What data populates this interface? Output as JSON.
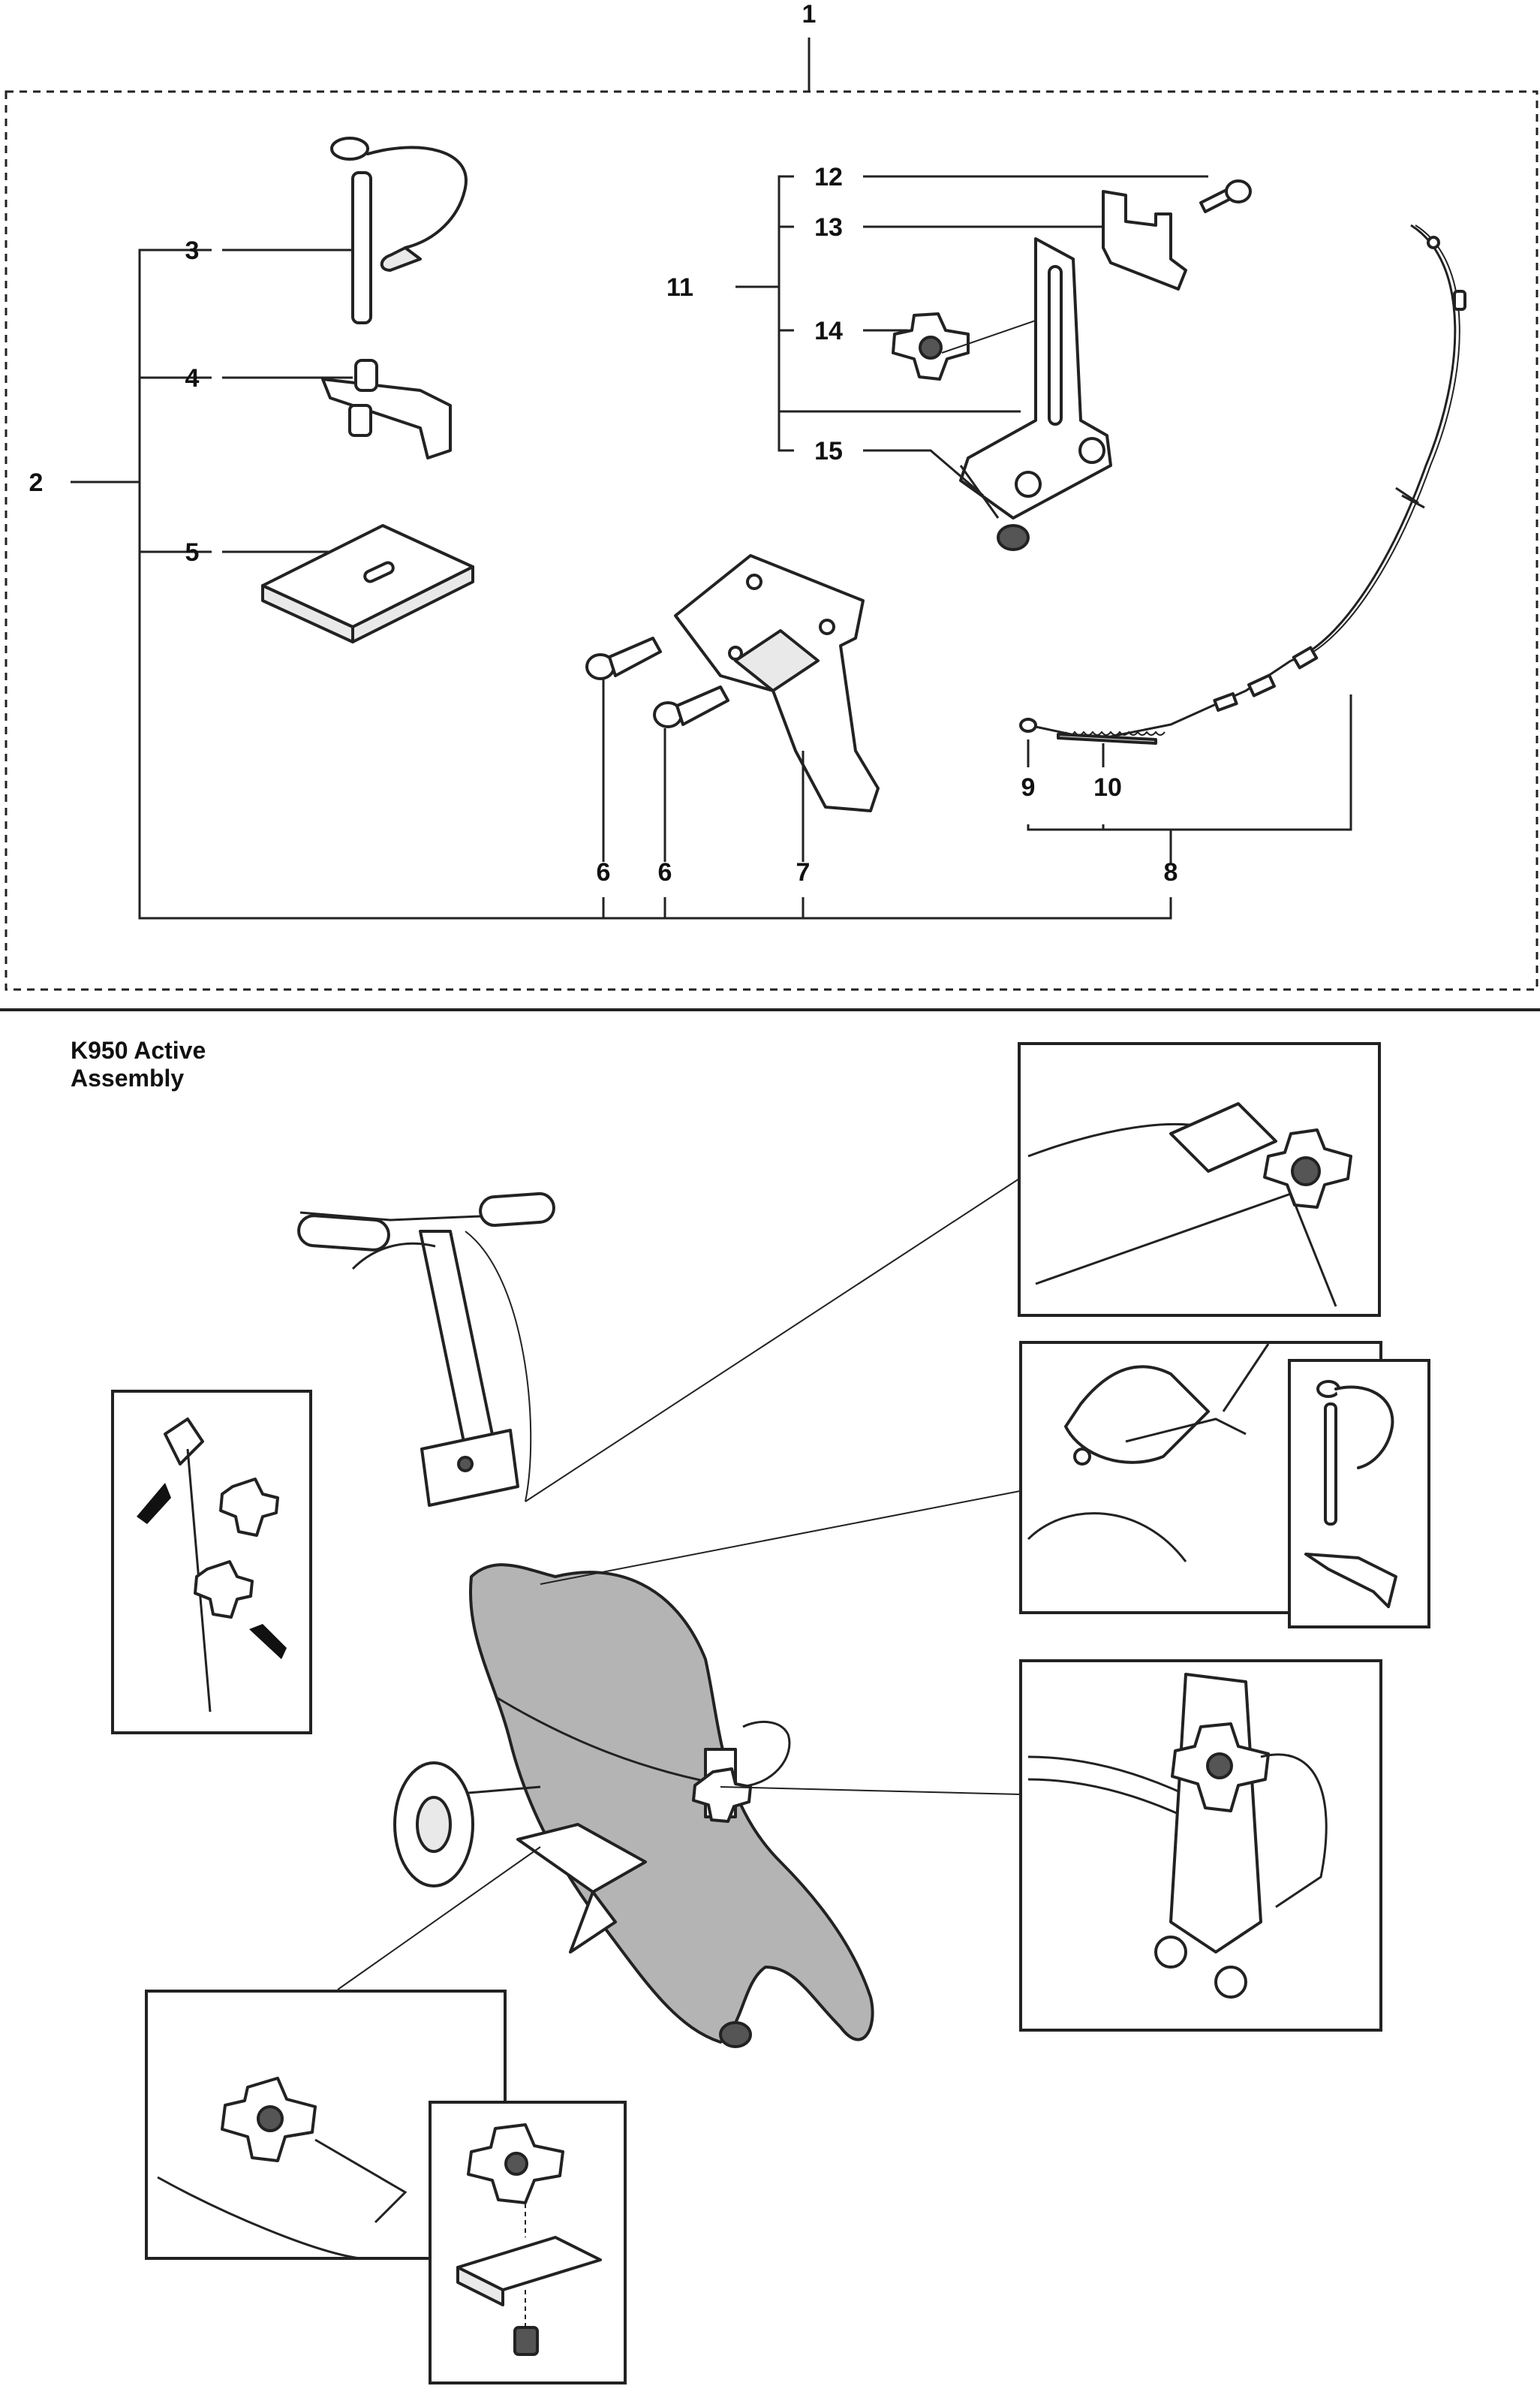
{
  "callouts": {
    "c1": "1",
    "c2": "2",
    "c3": "3",
    "c4": "4",
    "c5": "5",
    "c6a": "6",
    "c6b": "6",
    "c7": "7",
    "c8": "8",
    "c9": "9",
    "c10": "10",
    "c11": "11",
    "c12": "12",
    "c13": "13",
    "c14": "14",
    "c15": "15"
  },
  "assembly": {
    "title_line1": "K950 Active",
    "title_line2": "Assembly"
  },
  "colors": {
    "ink": "#222222",
    "machine_fill": "#b4b4b4",
    "background": "#ffffff"
  }
}
